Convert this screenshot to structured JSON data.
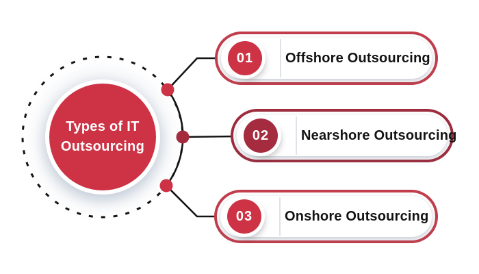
{
  "center": {
    "line1": "Types of IT",
    "line2": "Outsourcing"
  },
  "items": [
    {
      "number": "01",
      "label": "Offshore Outsourcing",
      "accent_color": "#CE3245",
      "border_color": "#C23D4B"
    },
    {
      "number": "02",
      "label": "Nearshore Outsourcing",
      "accent_color": "#A52B3E",
      "border_color": "#9D2C3D"
    },
    {
      "number": "03",
      "label": "Onshore Outsourcing",
      "accent_color": "#CE3245",
      "border_color": "#C23D4B"
    }
  ],
  "colors": {
    "primary_red": "#CE3245",
    "dark_red": "#A52B3E",
    "connector_line": "#141414",
    "label_text": "#121212",
    "background": "#ffffff"
  }
}
